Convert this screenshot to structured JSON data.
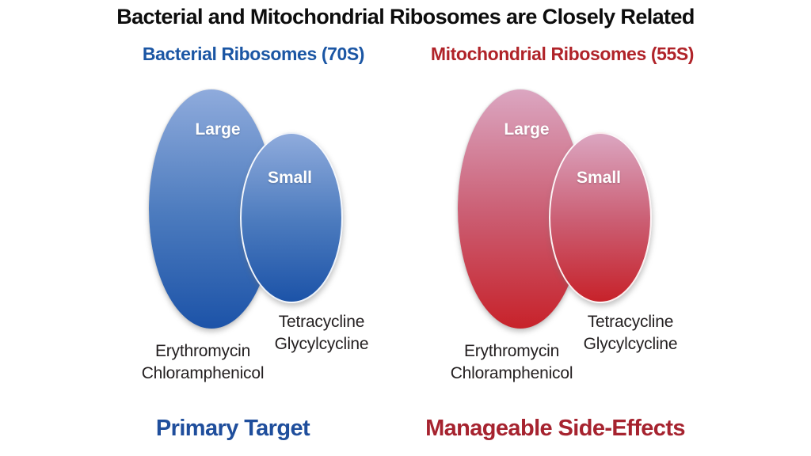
{
  "title": "Bacterial and Mitochondrial Ribosomes are Closely Related",
  "title_color": "#0d0d0d",
  "background_color": "#ffffff",
  "drug_text_color": "#231f20",
  "panels": [
    {
      "heading": "Bacterial Ribosomes (70S)",
      "heading_color": "#1B56A4",
      "large_subunit_label": "Large",
      "small_subunit_label": "Small",
      "small_subunit_drugs": [
        "Tetracycline",
        "Glycylcycline"
      ],
      "large_subunit_drugs": [
        "Erythromycin",
        "Chloramphenicol"
      ],
      "footer": "Primary Target",
      "footer_color": "#1F4E9C",
      "ellipse_gradient": {
        "top": "#8FABDC",
        "mid": "#4C7BBE",
        "bottom": "#1C53A8"
      }
    },
    {
      "heading": "Mitochondrial Ribosomes (55S)",
      "heading_color": "#B02329",
      "large_subunit_label": "Large",
      "small_subunit_label": "Small",
      "small_subunit_drugs": [
        "Tetracycline",
        "Glycylcycline"
      ],
      "large_subunit_drugs": [
        "Erythromycin",
        "Chloramphenicol"
      ],
      "footer": "Manageable Side-Effects",
      "footer_color": "#A6232F",
      "ellipse_gradient": {
        "top": "#DBA6C1",
        "mid": "#CB5E73",
        "bottom": "#C7222A"
      }
    }
  ]
}
